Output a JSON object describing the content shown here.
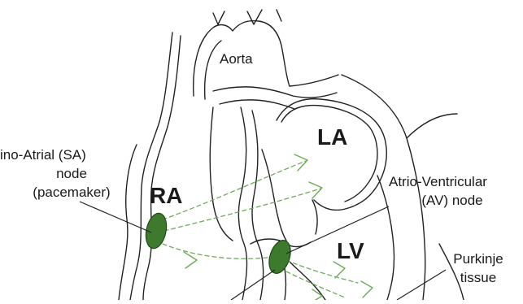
{
  "labels": {
    "aorta": "Aorta",
    "la": "LA",
    "ra": "RA",
    "lv": "LV",
    "sa_node_line1": "ino-Atrial (SA)",
    "sa_node_line2": "node",
    "sa_node_line3": "(pacemaker)",
    "av_node_line1": "Atrio-Ventricular",
    "av_node_line2": "(AV) node",
    "purkinje_line1": "Purkinje",
    "purkinje_line2": "tissue"
  },
  "colors": {
    "node_fill": "#3e7a2e",
    "node_stroke": "#1f4a16",
    "signal": "#6dab58",
    "outline": "#222222"
  }
}
